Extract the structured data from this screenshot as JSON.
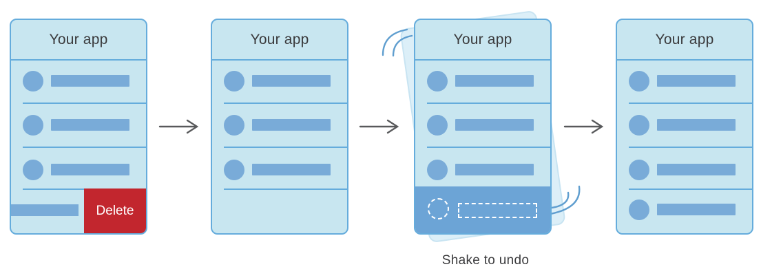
{
  "caption": "Shake to undo",
  "panels": [
    {
      "title": "Your app",
      "state": "row-swiped-for-delete",
      "row_count": 3,
      "delete_label": "Delete"
    },
    {
      "title": "Your app",
      "state": "row-deleted",
      "row_count": 3
    },
    {
      "title": "Your app",
      "state": "device-shaking-undo-pending",
      "row_count": 3
    },
    {
      "title": "Your app",
      "state": "row-restored",
      "row_count": 4
    }
  ],
  "icons": {
    "arrow": "right-arrow",
    "motion": "shake-motion-arcs",
    "placeholder_circle": "dashed-avatar-placeholder",
    "placeholder_bar": "dashed-text-placeholder"
  },
  "colors": {
    "background": "#ffffff",
    "panel_fill": "#c8e6f0",
    "panel_border": "#65acdc",
    "element_blue": "#79abd8",
    "highlight_blue": "#6ca4d6",
    "delete_red": "#c2262e",
    "delete_text": "#ffffff",
    "text_dark": "#3a3a3c",
    "arrow_gray": "#58595b",
    "ghost_fill": "#dceff8",
    "ghost_border": "#c8e4f2",
    "motion_blue": "#5f9ecf",
    "dash_white": "#ffffff"
  }
}
